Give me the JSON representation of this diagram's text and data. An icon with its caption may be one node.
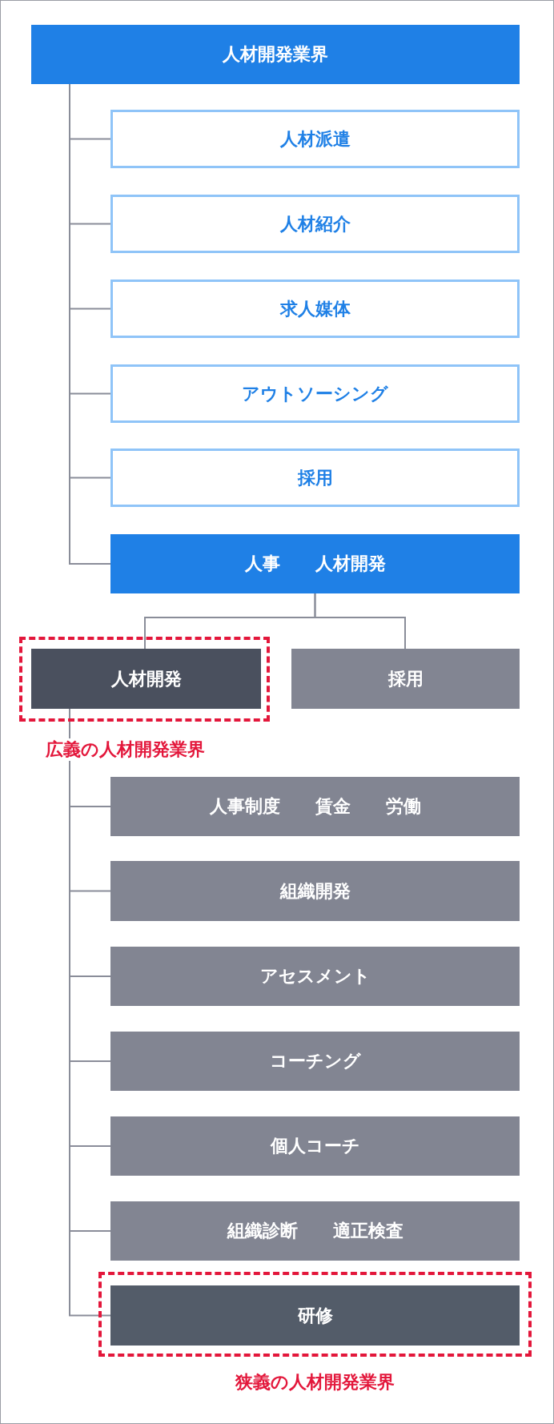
{
  "diagram": {
    "nodes": [
      {
        "text": [
          "人材開発業界"
        ]
      },
      {
        "text": [
          "人材派遣"
        ]
      },
      {
        "text": [
          "人材紹介"
        ]
      },
      {
        "text": [
          "求人媒体"
        ]
      },
      {
        "text": [
          "アウトソーシング"
        ]
      },
      {
        "text": [
          "採用"
        ]
      },
      {
        "text": [
          "人事　　人材開発"
        ]
      },
      {
        "text": [
          "広義の人材開発業界"
        ]
      },
      {
        "text": [
          "人材開発"
        ],
        "in": 7
      },
      {
        "text": [
          "採用"
        ]
      },
      {
        "text": [
          "人事制度　　賃金　　労働"
        ]
      },
      {
        "text": [
          "組織開発"
        ]
      },
      {
        "text": [
          "アセスメント"
        ]
      },
      {
        "text": [
          "コーチング"
        ]
      },
      {
        "text": [
          "個人コーチ"
        ]
      },
      {
        "text": [
          "組織診断　　適正検査"
        ]
      },
      {
        "text": [
          "狭義の人材開発業界"
        ]
      },
      {
        "text": [
          "研修"
        ],
        "in": 16
      }
    ],
    "edges": [
      {
        "from": 0,
        "to": 1,
        "arrow": "none"
      },
      {
        "from": 0,
        "to": 2,
        "arrow": "none"
      },
      {
        "from": 0,
        "to": 3,
        "arrow": "none"
      },
      {
        "from": 0,
        "to": 4,
        "arrow": "none"
      },
      {
        "from": 0,
        "to": 5,
        "arrow": "none"
      },
      {
        "from": 0,
        "to": 6,
        "arrow": "none"
      },
      {
        "from": 6,
        "to": 8,
        "arrow": "none"
      },
      {
        "from": 6,
        "to": 9,
        "arrow": "none"
      },
      {
        "from": 8,
        "to": 10,
        "arrow": "none"
      },
      {
        "from": 8,
        "to": 11,
        "arrow": "none"
      },
      {
        "from": 8,
        "to": 12,
        "arrow": "none"
      },
      {
        "from": 8,
        "to": 13,
        "arrow": "none"
      },
      {
        "from": 8,
        "to": 14,
        "arrow": "none"
      },
      {
        "from": 8,
        "to": 15,
        "arrow": "none"
      },
      {
        "from": 8,
        "to": 17,
        "arrow": "none"
      }
    ]
  }
}
